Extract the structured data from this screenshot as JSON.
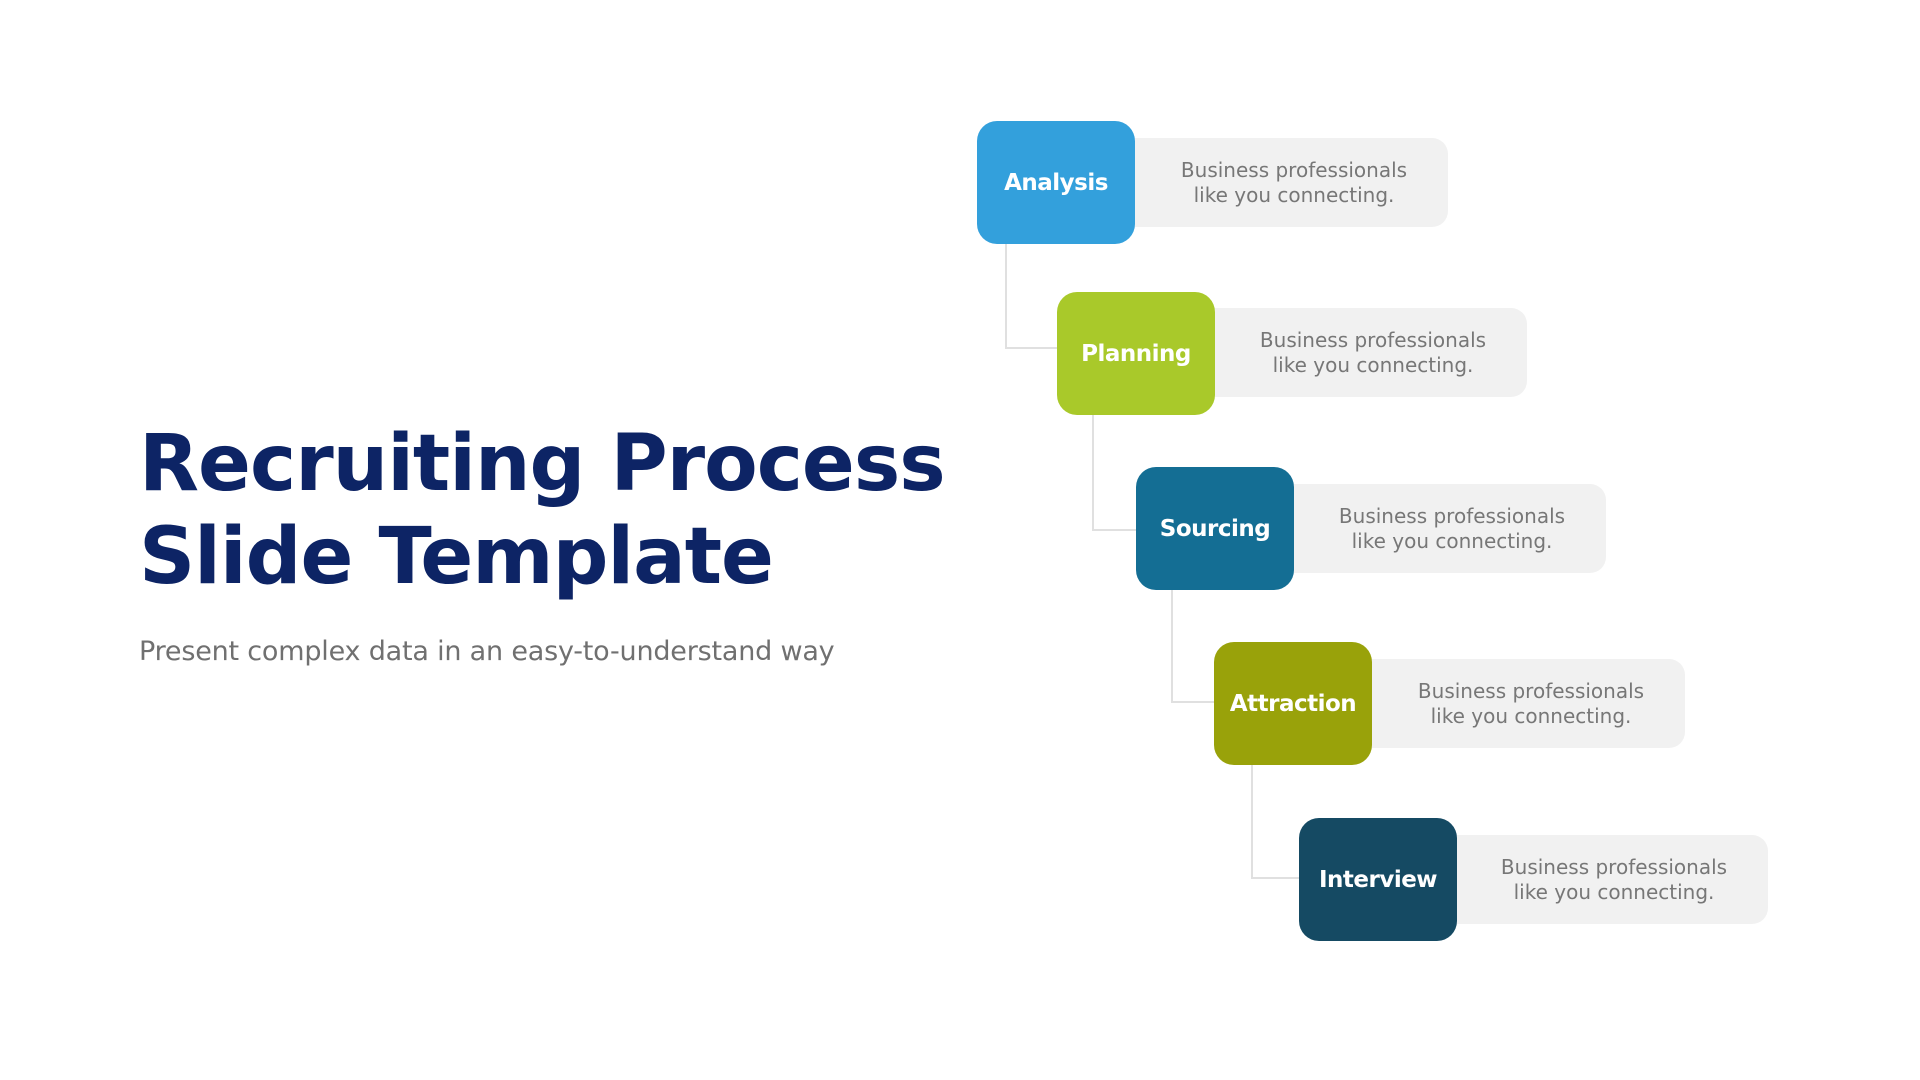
{
  "slide": {
    "title_line1": "Recruiting Process",
    "title_line2": "Slide Template",
    "subtitle": "Present complex data in an easy-to-understand way",
    "title_color": "#0d2465",
    "subtitle_color": "#707070"
  },
  "process": {
    "connector_color": "#e0e0e0",
    "description_bg": "#f1f1f1",
    "steps": [
      {
        "label": "Analysis",
        "description_line1": "Business professionals",
        "description_line2": "like you connecting.",
        "color": "#33a0dc"
      },
      {
        "label": "Planning",
        "description_line1": "Business professionals",
        "description_line2": "like you connecting.",
        "color": "#a9c92a"
      },
      {
        "label": "Sourcing",
        "description_line1": "Business professionals",
        "description_line2": "like you connecting.",
        "color": "#146e94"
      },
      {
        "label": "Attraction",
        "description_line1": "Business professionals",
        "description_line2": "like you connecting.",
        "color": "#99a20a"
      },
      {
        "label": "Interview",
        "description_line1": "Business professionals",
        "description_line2": "like you connecting.",
        "color": "#154a63"
      }
    ]
  }
}
